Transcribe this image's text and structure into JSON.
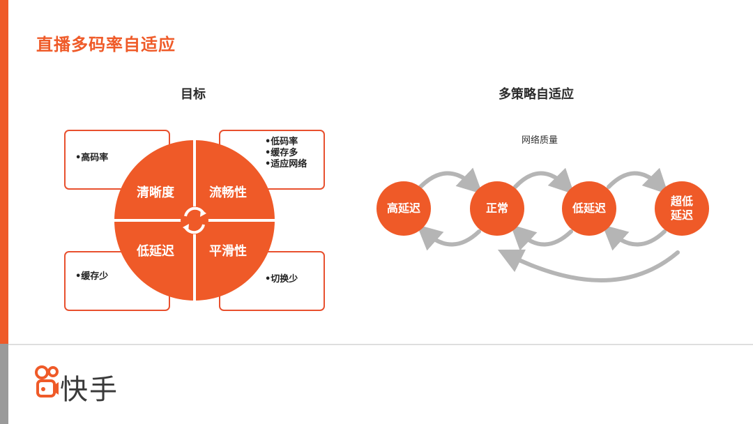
{
  "page_title": "直播多码率自适应",
  "goals": {
    "title": "目标",
    "quadrants": {
      "top_left": "清晰度",
      "top_right": "流畅性",
      "bottom_left": "低延迟",
      "bottom_right": "平滑性"
    },
    "boxes": {
      "top_left": [
        "•高码率"
      ],
      "top_right": [
        "•低码率",
        "•缓存多",
        "•适应网络"
      ],
      "bottom_left": [
        "•缓存少"
      ],
      "bottom_right": [
        "•切换少"
      ]
    }
  },
  "strategy": {
    "title": "多策略自适应",
    "metric_label": "网络质量",
    "nodes": [
      "高延迟",
      "正常",
      "低延迟",
      "超低\n延迟"
    ]
  },
  "brand": {
    "name": "快手",
    "accent_color": "#ef5a28"
  }
}
